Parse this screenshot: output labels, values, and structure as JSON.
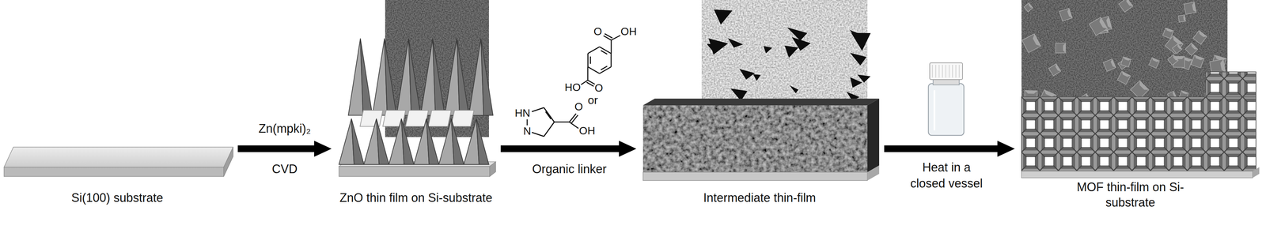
{
  "diagram": {
    "nodes": [
      {
        "text": [
          "Si(100) substrate"
        ]
      },
      {
        "text": [
          "ZnO thin film on Si-substrate"
        ]
      },
      {
        "text": [
          "Intermediate thin-film"
        ]
      },
      {
        "text": [
          "MOF thin-film on Si-substrate"
        ]
      }
    ],
    "edges": [
      {
        "from": 0,
        "to": 1,
        "arrow": "to"
      },
      {
        "from": 1,
        "to": 2,
        "arrow": "to"
      },
      {
        "from": 2,
        "to": 3,
        "arrow": "to"
      }
    ],
    "labels": [
      "Zn(mpki)₂",
      "CVD",
      "O",
      "OH",
      "HO",
      "O",
      "or",
      "HN",
      "N",
      "O",
      "OH",
      "Organic linker",
      "Heat in a closed vessel"
    ]
  }
}
